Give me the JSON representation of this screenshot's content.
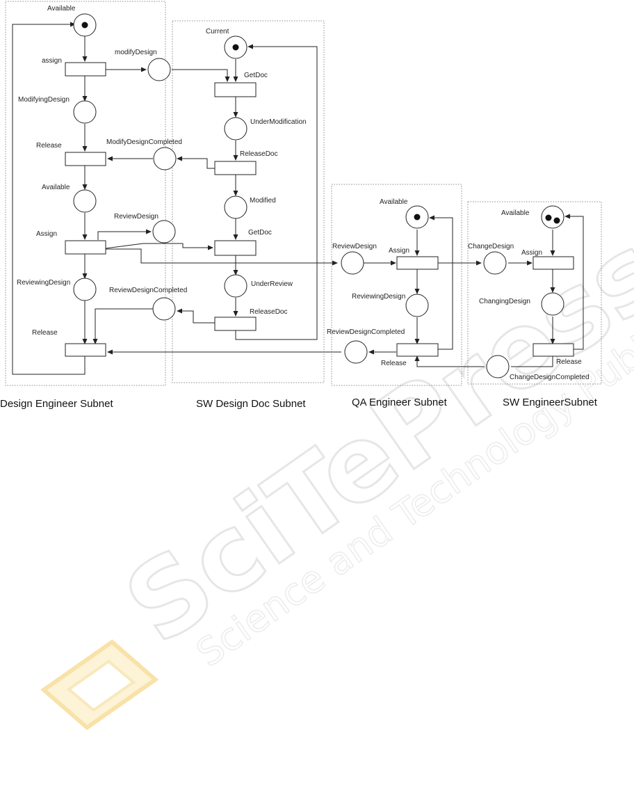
{
  "subnets": {
    "design": {
      "title": "Design Engineer Subnet",
      "places": [
        "Available",
        "modifyDesign",
        "ModifyingDesign",
        "ModifyDesignCompleted",
        "Available",
        "ReviewDesign",
        "ReviewingDesign",
        "ReviewDesignCompleted"
      ],
      "transitions": [
        "assign",
        "Release",
        "Assign",
        "Release"
      ]
    },
    "doc": {
      "title": "SW Design Doc Subnet",
      "places": [
        "Current",
        "UnderModification",
        "Modified",
        "UnderReview"
      ],
      "transitions": [
        "GetDoc",
        "ReleaseDoc",
        "GetDoc",
        "ReleaseDoc"
      ]
    },
    "qa": {
      "title": "QA Engineer Subnet",
      "places": [
        "Available",
        "ReviewDesign",
        "ReviewingDesign",
        "ReviewDesignCompleted"
      ],
      "transitions": [
        "Assign",
        "Release"
      ]
    },
    "sw": {
      "title": "SW EngineerSubnet",
      "places": [
        "Available",
        "ChangeDesign",
        "ChangingDesign",
        "ChangeDesignCompleted"
      ],
      "transitions": [
        "Assign",
        "Release"
      ]
    }
  },
  "tokens": {
    "design_available": 1,
    "doc_current": 1,
    "qa_available": 1,
    "sw_available": 2
  },
  "watermark": {
    "main": "SciTePress",
    "sub": "Science and Technology Publications"
  },
  "colors": {
    "stroke": "#222222",
    "boundary": "#8a8a8a",
    "watermark_text": "#ececec",
    "watermark_logo": "#fcefc8"
  }
}
